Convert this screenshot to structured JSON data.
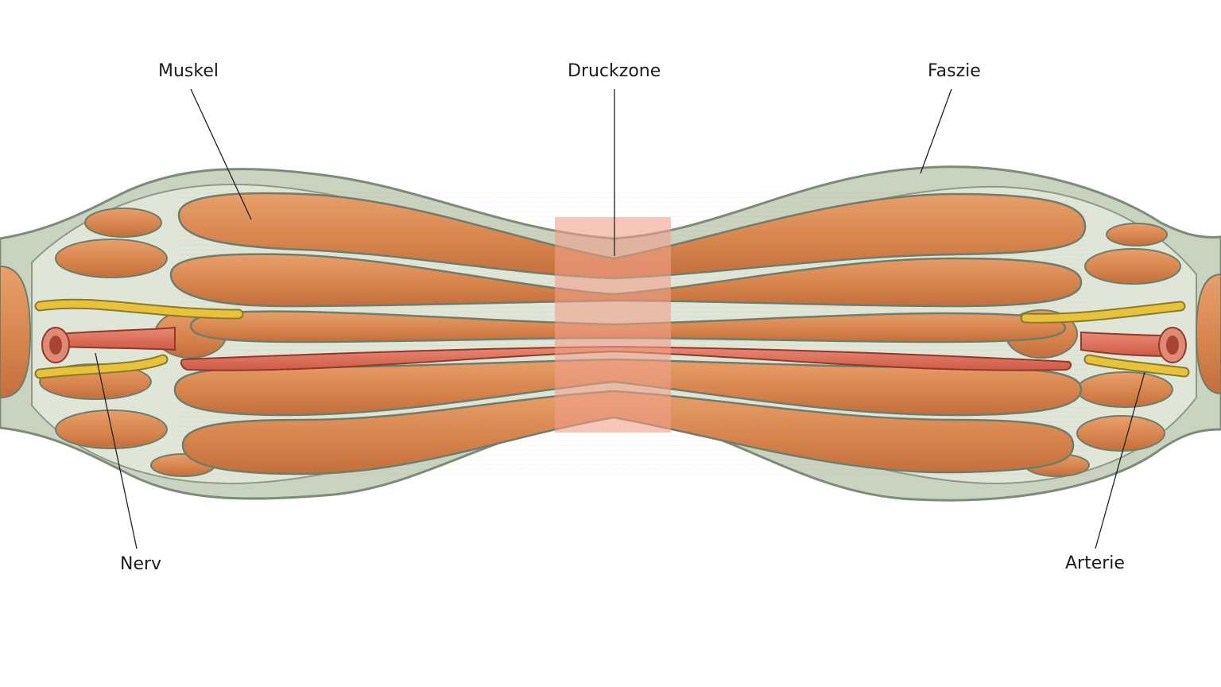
{
  "labels": {
    "muscle": "Muskel",
    "compression_zone": "Druckzone",
    "fascia": "Faszie",
    "nerve": "Nerv",
    "artery": "Arterie"
  },
  "colors": {
    "fascia": "#c9d3c0",
    "fascia_edge": "#7d8b78",
    "muscle": "#d9864d",
    "muscle_light": "#e9a06a",
    "nerve": "#e9c23c",
    "artery": "#dc6b55",
    "compression_zone": "#f0a08a",
    "leader_line": "#222222"
  }
}
